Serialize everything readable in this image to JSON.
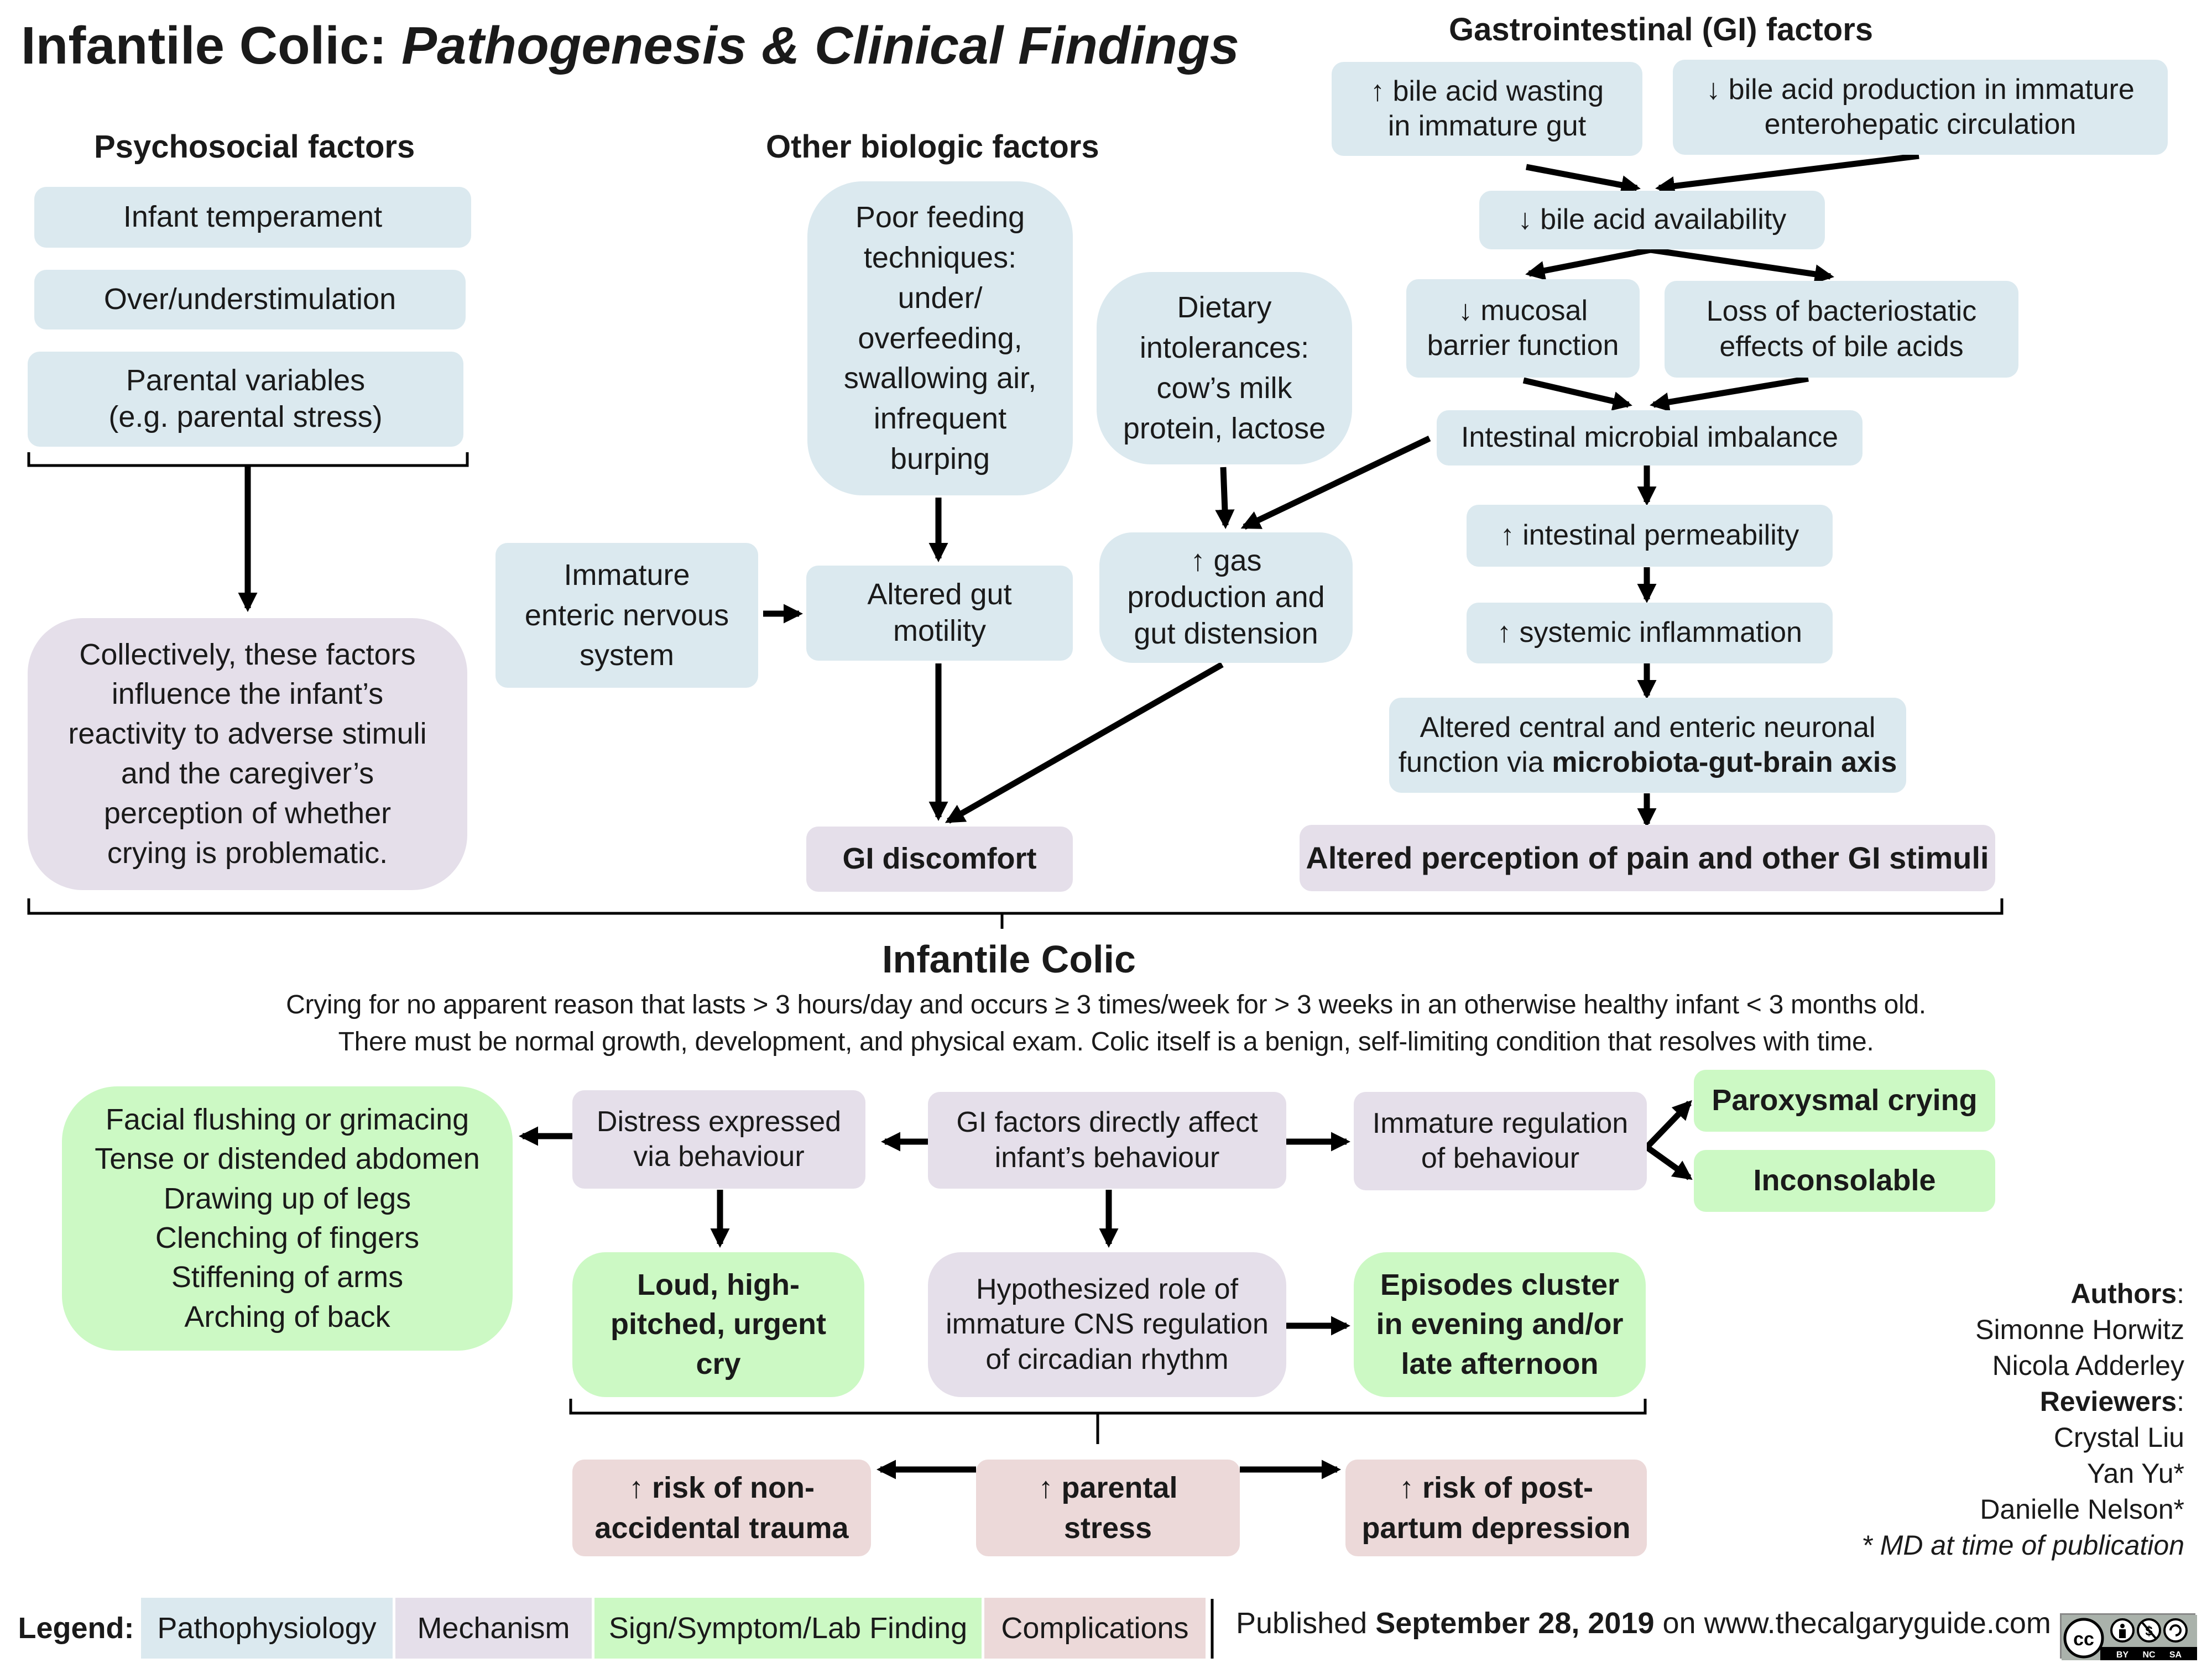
{
  "title": {
    "main": "Infantile Colic: ",
    "italic": "Pathogenesis & Clinical Findings"
  },
  "headers": {
    "psychosocial": "Psychosocial factors",
    "other_biologic": "Other biologic factors",
    "gi_factors": "Gastrointestinal (GI) factors"
  },
  "psychosocial": {
    "items": [
      "Infant temperament",
      "Over/understimulation",
      "Parental variables",
      "(e.g. parental stress)"
    ],
    "summary": [
      "Collectively, these factors",
      "influence the infant’s",
      "reactivity to adverse stimuli",
      "and the caregiver’s",
      "perception of whether",
      "crying is problematic."
    ]
  },
  "biologic": {
    "feeding": [
      "Poor feeding",
      "techniques:",
      "under/",
      "overfeeding,",
      "swallowing air,",
      "infrequent",
      "burping"
    ],
    "dietary": [
      "Dietary",
      "intolerances:",
      "cow’s milk",
      "protein, lactose"
    ],
    "immature_ens": [
      "Immature",
      "enteric nervous",
      "system"
    ],
    "gut_motility": [
      "Altered gut",
      "motility"
    ],
    "gas": [
      "↑ gas",
      "production and",
      "gut distension"
    ],
    "gi_discomfort": "GI discomfort"
  },
  "gi": {
    "bile_wasting": [
      "↑ bile acid wasting",
      "in immature gut"
    ],
    "bile_production": [
      "↓ bile acid production in immature",
      "enterohepatic circulation"
    ],
    "bile_availability": "↓ bile acid availability",
    "mucosal": [
      "↓ mucosal",
      "barrier function"
    ],
    "bacteriostatic": [
      "Loss of bacteriostatic",
      "effects of bile acids"
    ],
    "microbial": "Intestinal microbial imbalance",
    "permeability": "↑ intestinal permeability",
    "inflammation": "↑ systemic inflammation",
    "neuronal_line1": "Altered central and enteric neuronal",
    "neuronal_line2_prefix": "function via ",
    "neuronal_line2_bold": "microbiota-gut-brain axis",
    "pain_perception": "Altered  perception of pain and other GI stimuli"
  },
  "colic": {
    "title": "Infantile Colic",
    "def_line1": "Crying for no apparent reason that lasts > 3 hours/day and occurs ≥ 3 times/week for > 3 weeks in an otherwise healthy infant < 3 months old.",
    "def_line2": "There must be normal growth, development, and physical exam. Colic itself is a benign, self-limiting condition that resolves with time."
  },
  "findings": {
    "signs": [
      "Facial flushing or grimacing",
      "Tense or distended abdomen",
      "Drawing up of legs",
      "Clenching of fingers",
      "Stiffening of arms",
      "Arching of back"
    ],
    "distress": [
      "Distress expressed",
      "via behaviour"
    ],
    "gi_direct": [
      "GI factors directly affect",
      "infant’s behaviour"
    ],
    "immature_regulation": [
      "Immature regulation",
      "of behaviour"
    ],
    "paroxysmal": "Paroxysmal crying",
    "inconsolable": "Inconsolable",
    "loud_cry": [
      "Loud, high-",
      "pitched, urgent",
      "cry"
    ],
    "circadian": [
      "Hypothesized role of",
      "immature CNS regulation",
      "of circadian rhythm"
    ],
    "episodes": [
      "Episodes cluster",
      "in evening and/or",
      "late afternoon"
    ]
  },
  "complications": {
    "trauma": [
      "↑ risk of non-",
      "accidental trauma"
    ],
    "stress": [
      "↑ parental",
      "stress"
    ],
    "depression": [
      "↑ risk of post-",
      "partum depression"
    ]
  },
  "credits": {
    "authors_label": "Authors",
    "authors": [
      "Simonne Horwitz",
      "Nicola Adderley"
    ],
    "reviewers_label": "Reviewers",
    "reviewers": [
      "Crystal Liu",
      "Yan Yu*",
      "Danielle Nelson*"
    ],
    "note": "* MD at time of publication"
  },
  "legend": {
    "label": "Legend:",
    "items": [
      "Pathophysiology",
      "Mechanism",
      "Sign/Symptom/Lab Finding",
      "Complications"
    ],
    "colors": [
      "#dbe9ef",
      "#e5dfea",
      "#ccf9c4",
      "#ecd9d9"
    ]
  },
  "footer": {
    "published_prefix": "Published ",
    "published_date": "September 28, 2019",
    "published_suffix": " on www.thecalgaryguide.com",
    "license_icon": "cc-by-nc-sa-icon"
  }
}
